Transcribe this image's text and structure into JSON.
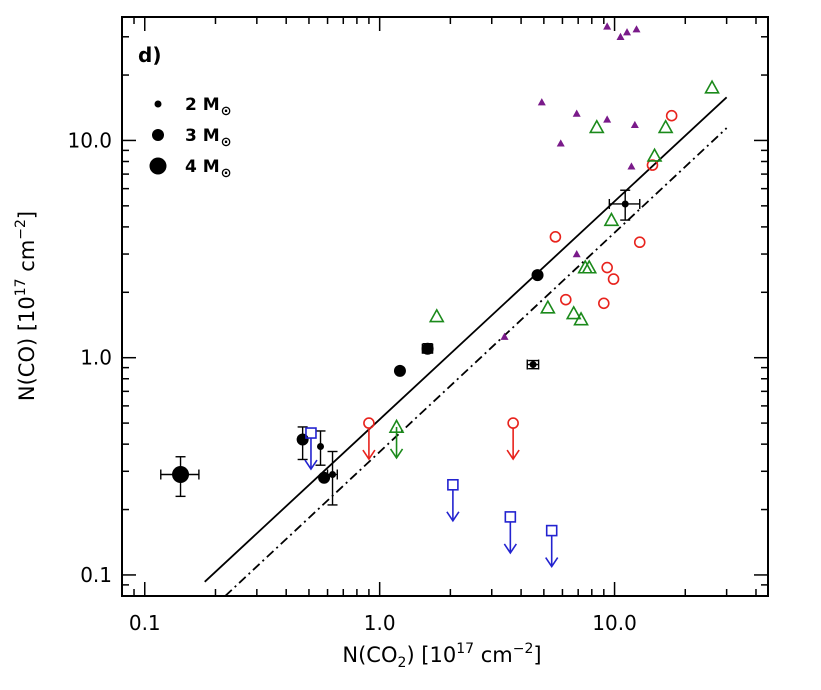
{
  "chart_data": {
    "type": "scatter",
    "panel_label": "d)",
    "xlabel_parts": {
      "base": "N(CO",
      "sub": "2",
      "close": ")  [10",
      "exp": "17",
      "unit": " cm",
      "unit_exp": "−2",
      "end": "]"
    },
    "ylabel_parts": {
      "base": "N(CO)  [10",
      "exp": "17",
      "unit": " cm",
      "unit_exp": "−2",
      "end": "]"
    },
    "x_scale": "log",
    "y_scale": "log",
    "xlim": [
      0.08,
      45
    ],
    "ylim": [
      0.08,
      37
    ],
    "x_ticks": [
      {
        "value": 0.1,
        "label": "0.1"
      },
      {
        "value": 1,
        "label": "1.0"
      },
      {
        "value": 10,
        "label": "10.0"
      }
    ],
    "y_ticks": [
      {
        "value": 0.1,
        "label": "0.1"
      },
      {
        "value": 1,
        "label": "1.0"
      },
      {
        "value": 10,
        "label": "10.0"
      }
    ],
    "legend": {
      "placement": "top-left",
      "entries": [
        {
          "label": "2 M",
          "sub": "⊙",
          "size": "small"
        },
        {
          "label": "3 M",
          "sub": "⊙",
          "size": "medium"
        },
        {
          "label": "4 M",
          "sub": "⊙",
          "size": "large"
        }
      ]
    },
    "colors": {
      "black": "#000000",
      "red": "#e8231d",
      "green": "#1b8a1b",
      "blue": "#2323d0",
      "purple": "#7a1a8a"
    },
    "fit_lines": [
      {
        "style": "solid",
        "points": [
          [
            0.18,
            0.093
          ],
          [
            30,
            15.8
          ]
        ]
      },
      {
        "style": "dashdot",
        "points": [
          [
            0.22,
            0.08
          ],
          [
            30,
            11.4
          ]
        ]
      }
    ],
    "black_points": [
      {
        "x": 0.142,
        "y": 0.29,
        "size": "large",
        "xerr": [
          0.117,
          0.17
        ],
        "yerr": [
          0.23,
          0.35
        ]
      },
      {
        "x": 0.47,
        "y": 0.42,
        "size": "medium",
        "yerr": [
          0.34,
          0.48
        ]
      },
      {
        "x": 0.56,
        "y": 0.39,
        "size": "small",
        "yerr": [
          0.32,
          0.46
        ]
      },
      {
        "x": 0.58,
        "y": 0.28,
        "size": "medium"
      },
      {
        "x": 0.63,
        "y": 0.29,
        "size": "small",
        "yerr": [
          0.21,
          0.37
        ],
        "xerr": [
          0.6,
          0.66
        ]
      },
      {
        "x": 1.22,
        "y": 0.87,
        "size": "medium"
      },
      {
        "x": 1.6,
        "y": 1.1,
        "size": "medium",
        "xerr": [
          1.52,
          1.68
        ],
        "yerr": [
          1.05,
          1.16
        ]
      },
      {
        "x": 4.5,
        "y": 0.93,
        "size": "small",
        "xerr": [
          4.25,
          4.75
        ],
        "yerr": [
          0.89,
          0.97
        ]
      },
      {
        "x": 4.7,
        "y": 2.4,
        "size": "medium"
      },
      {
        "x": 11.1,
        "y": 5.1,
        "size": "small",
        "xerr": [
          9.5,
          12.8
        ],
        "yerr": [
          4.3,
          5.9
        ]
      }
    ],
    "red_circles": [
      {
        "x": 5.6,
        "y": 3.6
      },
      {
        "x": 6.2,
        "y": 1.85
      },
      {
        "x": 9.0,
        "y": 1.78
      },
      {
        "x": 9.3,
        "y": 2.6
      },
      {
        "x": 9.9,
        "y": 2.3
      },
      {
        "x": 12.8,
        "y": 3.4
      },
      {
        "x": 14.5,
        "y": 7.7
      },
      {
        "x": 17.5,
        "y": 13.0
      }
    ],
    "red_upper_limits": [
      {
        "x": 0.9,
        "y": 0.5
      },
      {
        "x": 3.7,
        "y": 0.5
      }
    ],
    "green_triangles": [
      {
        "x": 1.75,
        "y": 1.55
      },
      {
        "x": 5.2,
        "y": 1.7
      },
      {
        "x": 6.7,
        "y": 1.6
      },
      {
        "x": 7.2,
        "y": 1.5
      },
      {
        "x": 7.5,
        "y": 2.6
      },
      {
        "x": 7.8,
        "y": 2.6
      },
      {
        "x": 8.4,
        "y": 11.5
      },
      {
        "x": 9.7,
        "y": 4.3
      },
      {
        "x": 14.8,
        "y": 8.5
      },
      {
        "x": 16.5,
        "y": 11.5
      },
      {
        "x": 26.0,
        "y": 17.5
      }
    ],
    "green_upper_limits": [
      {
        "x": 1.18,
        "y": 0.48
      }
    ],
    "blue_upper_limits": [
      {
        "x": 0.51,
        "y": 0.45
      },
      {
        "x": 2.05,
        "y": 0.26
      },
      {
        "x": 3.6,
        "y": 0.185
      },
      {
        "x": 5.4,
        "y": 0.16
      }
    ],
    "purple_triangles": [
      {
        "x": 3.4,
        "y": 1.25
      },
      {
        "x": 4.9,
        "y": 15.0
      },
      {
        "x": 5.9,
        "y": 9.7
      },
      {
        "x": 6.9,
        "y": 13.3
      },
      {
        "x": 6.9,
        "y": 3.0
      },
      {
        "x": 9.3,
        "y": 33.5
      },
      {
        "x": 9.3,
        "y": 12.5
      },
      {
        "x": 10.6,
        "y": 30.0
      },
      {
        "x": 11.3,
        "y": 31.5
      },
      {
        "x": 11.8,
        "y": 7.6
      },
      {
        "x": 12.2,
        "y": 11.8
      },
      {
        "x": 12.4,
        "y": 32.5
      }
    ]
  }
}
